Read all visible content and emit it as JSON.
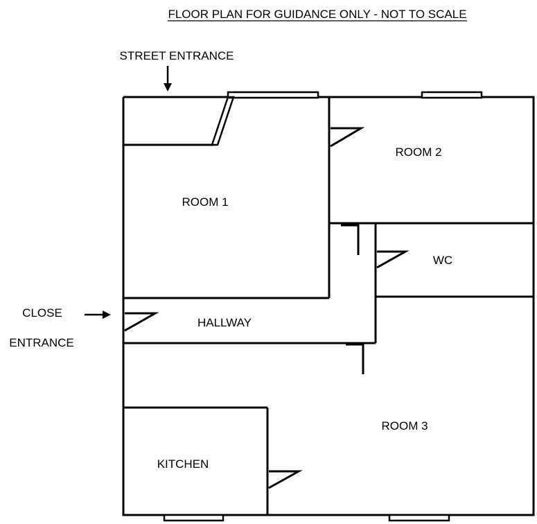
{
  "title": "FLOOR PLAN FOR GUIDANCE ONLY - NOT TO SCALE",
  "entrances": {
    "street": "STREET ENTRANCE",
    "close_line1": "CLOSE",
    "close_line2": "ENTRANCE"
  },
  "rooms": {
    "room1": "ROOM 1",
    "room2": "ROOM 2",
    "wc": "WC",
    "hallway": "HALLWAY",
    "room3": "ROOM 3",
    "kitchen": "KITCHEN"
  }
}
